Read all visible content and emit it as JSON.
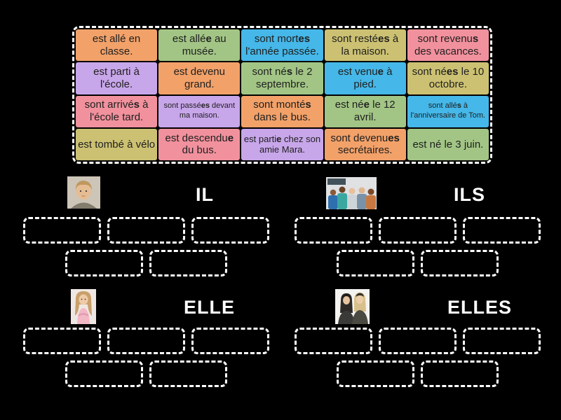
{
  "activity": {
    "kind": "group-sort"
  },
  "colors": {
    "background": "#000000",
    "card_text": "#1f1f1f",
    "label_text": "#ffffff",
    "slot_border": "#ffffff",
    "orange": "#f2a169",
    "green": "#a2c585",
    "blue": "#45b7e8",
    "khaki": "#ccc172",
    "pink": "#f1919d",
    "purple": "#c8a6ea"
  },
  "card_grid": {
    "columns": 5,
    "cards": [
      {
        "color": "orange",
        "size": "normal",
        "segments": [
          {
            "t": "est allé en classe.",
            "b": false
          }
        ]
      },
      {
        "color": "green",
        "size": "normal",
        "segments": [
          {
            "t": "est allé",
            "b": false
          },
          {
            "t": "e",
            "b": true
          },
          {
            "t": " au musée.",
            "b": false
          }
        ]
      },
      {
        "color": "blue",
        "size": "normal",
        "segments": [
          {
            "t": "sont mort",
            "b": false
          },
          {
            "t": "es",
            "b": true
          },
          {
            "t": " l'année passée.",
            "b": false
          }
        ]
      },
      {
        "color": "khaki",
        "size": "normal",
        "segments": [
          {
            "t": "sont resté",
            "b": false
          },
          {
            "t": "es",
            "b": true
          },
          {
            "t": " à la maison.",
            "b": false
          }
        ]
      },
      {
        "color": "pink",
        "size": "normal",
        "segments": [
          {
            "t": "sont revenu",
            "b": false
          },
          {
            "t": "s",
            "b": true
          },
          {
            "t": " des vacances.",
            "b": false
          }
        ]
      },
      {
        "color": "purple",
        "size": "normal",
        "segments": [
          {
            "t": "est parti à l'école.",
            "b": false
          }
        ]
      },
      {
        "color": "orange",
        "size": "normal",
        "segments": [
          {
            "t": "est devenu grand.",
            "b": false
          }
        ]
      },
      {
        "color": "green",
        "size": "normal",
        "segments": [
          {
            "t": "sont né",
            "b": false
          },
          {
            "t": "s",
            "b": true
          },
          {
            "t": " le 2 septembre.",
            "b": false
          }
        ]
      },
      {
        "color": "blue",
        "size": "normal",
        "segments": [
          {
            "t": "est venu",
            "b": false
          },
          {
            "t": "e",
            "b": true
          },
          {
            "t": " à pied.",
            "b": false
          }
        ]
      },
      {
        "color": "khaki",
        "size": "normal",
        "segments": [
          {
            "t": "sont né",
            "b": false
          },
          {
            "t": "es",
            "b": true
          },
          {
            "t": " le 10 octobre.",
            "b": false
          }
        ]
      },
      {
        "color": "pink",
        "size": "normal",
        "segments": [
          {
            "t": "sont arrivé",
            "b": false
          },
          {
            "t": "s",
            "b": true
          },
          {
            "t": " à l'école tard.",
            "b": false
          }
        ]
      },
      {
        "color": "purple",
        "size": "small",
        "segments": [
          {
            "t": "sont passé",
            "b": false
          },
          {
            "t": "es",
            "b": true
          },
          {
            "t": " devant ma maison.",
            "b": false
          }
        ]
      },
      {
        "color": "orange",
        "size": "normal",
        "segments": [
          {
            "t": "sont monté",
            "b": false
          },
          {
            "t": "s",
            "b": true
          },
          {
            "t": " dans le bus.",
            "b": false
          }
        ]
      },
      {
        "color": "green",
        "size": "normal",
        "segments": [
          {
            "t": "est né",
            "b": false
          },
          {
            "t": "e",
            "b": true
          },
          {
            "t": " le 12 avril.",
            "b": false
          }
        ]
      },
      {
        "color": "blue",
        "size": "small",
        "segments": [
          {
            "t": "sont allé",
            "b": false
          },
          {
            "t": "s",
            "b": true
          },
          {
            "t": " à l'anniversaire de Tom.",
            "b": false
          }
        ]
      },
      {
        "color": "khaki",
        "size": "normal",
        "segments": [
          {
            "t": "est tombé à vélo",
            "b": false
          }
        ]
      },
      {
        "color": "pink",
        "size": "normal",
        "segments": [
          {
            "t": "est descendu",
            "b": false
          },
          {
            "t": "e",
            "b": true
          },
          {
            "t": " du bus.",
            "b": false
          }
        ]
      },
      {
        "color": "purple",
        "size": "medium",
        "segments": [
          {
            "t": "est parti",
            "b": false
          },
          {
            "t": "e",
            "b": true
          },
          {
            "t": " chez son amie Mara.",
            "b": false
          }
        ]
      },
      {
        "color": "orange",
        "size": "normal",
        "segments": [
          {
            "t": "sont devenu",
            "b": false
          },
          {
            "t": "es",
            "b": true
          },
          {
            "t": " secrétaires.",
            "b": false
          }
        ]
      },
      {
        "color": "green",
        "size": "normal",
        "segments": [
          {
            "t": "est né le 3 juin.",
            "b": false
          }
        ]
      }
    ]
  },
  "groups": [
    {
      "label": "IL",
      "photo": "boy-portrait-photo",
      "slot_rows": [
        3,
        2
      ]
    },
    {
      "label": "ILS",
      "photo": "teen-group-photo",
      "slot_rows": [
        3,
        2
      ]
    },
    {
      "label": "ELLE",
      "photo": "girl-portrait-photo",
      "slot_rows": [
        3,
        2
      ]
    },
    {
      "label": "ELLES",
      "photo": "girls-pair-photo",
      "slot_rows": [
        3,
        2
      ]
    }
  ]
}
